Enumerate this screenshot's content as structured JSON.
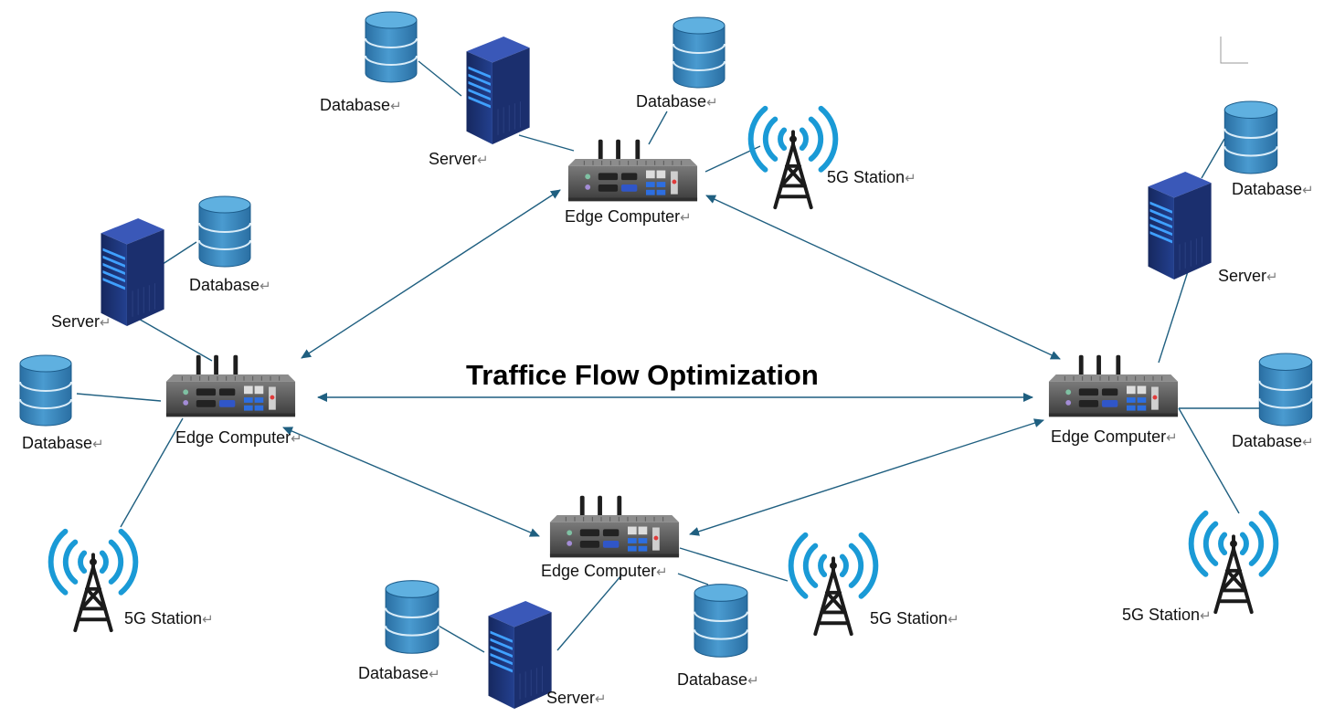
{
  "title": "Traffice Flow Optimization",
  "return_mark": "↵",
  "icons": {
    "edge_computer": "edge-computer-icon",
    "server": "server-icon",
    "database": "database-icon",
    "station": "5g-station-icon"
  },
  "colors": {
    "arrow": "#1f5f80",
    "database": "#2f7fb5",
    "server": "#1e3a8a",
    "signal": "#1a9ad6"
  },
  "nodes": {
    "edge_top": {
      "label": "Edge Computer"
    },
    "edge_left": {
      "label": "Edge Computer"
    },
    "edge_right": {
      "label": "Edge Computer"
    },
    "edge_bottom": {
      "label": "Edge Computer"
    },
    "top_db1": {
      "label": "Database"
    },
    "top_server": {
      "label": "Server"
    },
    "top_db2": {
      "label": "Database"
    },
    "top_station": {
      "label": "5G Station"
    },
    "left_server": {
      "label": "Server"
    },
    "left_db1": {
      "label": "Database"
    },
    "left_db2": {
      "label": "Database"
    },
    "left_station": {
      "label": "5G Station"
    },
    "right_db1": {
      "label": "Database"
    },
    "right_server": {
      "label": "Server"
    },
    "right_db2": {
      "label": "Database"
    },
    "right_station": {
      "label": "5G Station"
    },
    "bottom_db1": {
      "label": "Database"
    },
    "bottom_server": {
      "label": "Server"
    },
    "bottom_db2": {
      "label": "Database"
    },
    "bottom_station": {
      "label": "5G Station"
    }
  }
}
